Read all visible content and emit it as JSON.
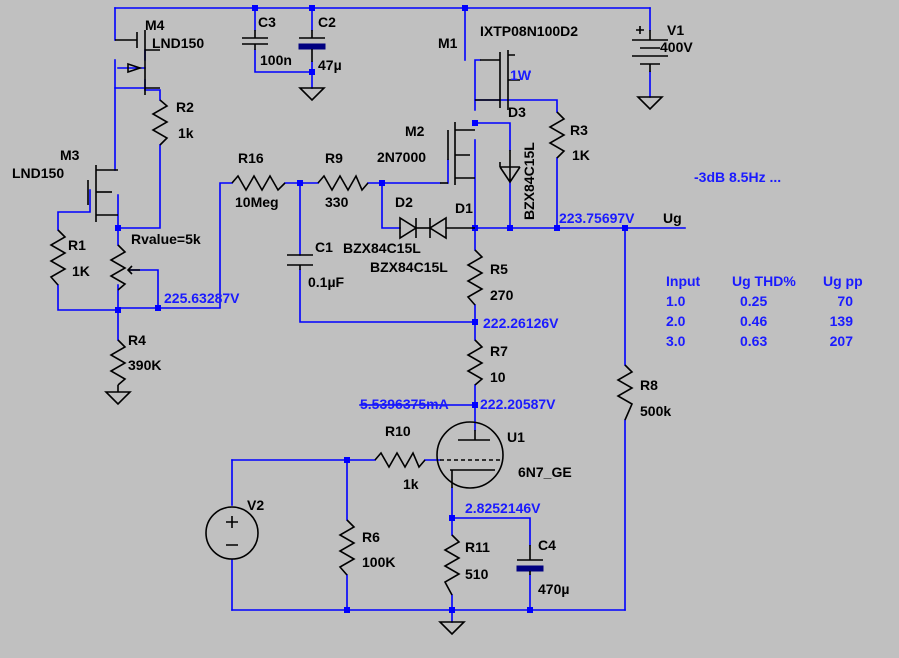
{
  "components": {
    "m4": {
      "ref": "M4",
      "value": "LND150"
    },
    "m3": {
      "ref": "M3",
      "value": "LND150"
    },
    "m1": {
      "ref": "M1",
      "value": "IXTP08N100D2",
      "note": "1W"
    },
    "m2": {
      "ref": "M2",
      "value": "2N7000"
    },
    "c3": {
      "ref": "C3",
      "value": "100n"
    },
    "c2": {
      "ref": "C2",
      "value": "47µ"
    },
    "c1": {
      "ref": "C1",
      "value": "0.1µF"
    },
    "c4": {
      "ref": "C4",
      "value": "470µ"
    },
    "v1": {
      "ref": "V1",
      "value": "400V"
    },
    "v2": {
      "ref": "V2"
    },
    "r1": {
      "ref": "R1",
      "value": "1K"
    },
    "r2": {
      "ref": "R2",
      "value": "1k"
    },
    "r3": {
      "ref": "R3",
      "value": "1K"
    },
    "r4": {
      "ref": "R4",
      "value": "390K"
    },
    "r5": {
      "ref": "R5",
      "value": "270"
    },
    "r6": {
      "ref": "R6",
      "value": "100K"
    },
    "r7": {
      "ref": "R7",
      "value": "10"
    },
    "r8": {
      "ref": "R8",
      "value": "500k"
    },
    "r9": {
      "ref": "R9",
      "value": "330"
    },
    "r10": {
      "ref": "R10",
      "value": "1k"
    },
    "r11": {
      "ref": "R11",
      "value": "510"
    },
    "r16": {
      "ref": "R16",
      "value": "10Meg"
    },
    "pot": {
      "value": "Rvalue=5k"
    },
    "d1": {
      "ref": "D1",
      "value": "BZX84C15L"
    },
    "d2": {
      "ref": "D2",
      "value": "BZX84C15L"
    },
    "d3": {
      "ref": "D3",
      "value": "BZX84C15L"
    },
    "u1": {
      "ref": "U1",
      "value": "6N7_GE"
    }
  },
  "nodes": {
    "ug_voltage": "223.75697V",
    "ug_label": "Ug",
    "pot_wiper": "225.63287V",
    "r5_bottom": "222.26126V",
    "plate_current": "5.5396375mA",
    "plate_voltage": "222.20587V",
    "cathode_voltage": "2.8252146V"
  },
  "annotations": {
    "bandwidth": "-3dB 8.5Hz ..."
  },
  "thd_table": {
    "headers": [
      "Input",
      "Ug THD%",
      "Ug pp"
    ],
    "rows": [
      [
        "1.0",
        "0.25",
        "70"
      ],
      [
        "2.0",
        "0.46",
        "139"
      ],
      [
        "3.0",
        "0.63",
        "207"
      ]
    ]
  }
}
